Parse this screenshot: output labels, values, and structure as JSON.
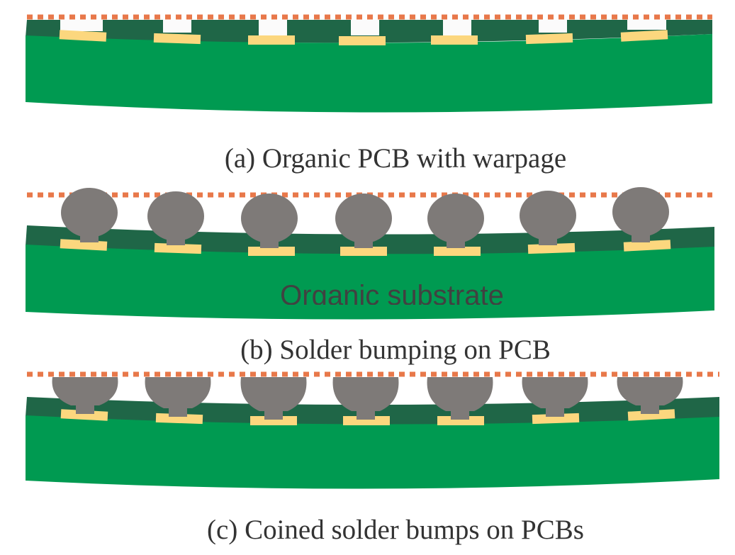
{
  "panels": [
    {
      "caption": "(a) Organic PCB with warpage",
      "stage": "bare",
      "substrate_label": ""
    },
    {
      "caption": "(b) Solder bumping on PCB",
      "stage": "bumped",
      "substrate_label": "Organic substrate"
    },
    {
      "caption": "(c) Coined solder bumps on PCBs",
      "stage": "coined",
      "substrate_label": ""
    }
  ],
  "colors": {
    "substrate": "#009a51",
    "solder_mask": "#1f6647",
    "pad": "#fcd77e",
    "solder": "#7e7a78",
    "reference_line": "#e8784a",
    "caption_text": "#333333"
  }
}
